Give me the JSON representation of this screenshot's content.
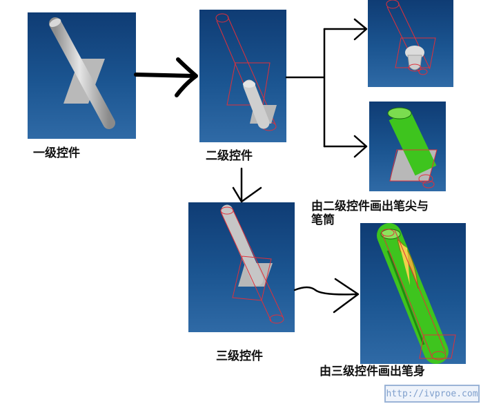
{
  "captions": {
    "level1": "一级控件",
    "level2": "二级控件",
    "level3": "三级控件",
    "tip_line1": "由二级控件画出笔尖与",
    "tip_line2": "笔筒",
    "body": "由三级控件画出笔身"
  },
  "watermark": "http://ivproe.com",
  "colors": {
    "panel_top": "#0f3c74",
    "panel_bottom": "#2f6aa6",
    "datum_red": "#e0303a",
    "rod_gray": "#b8b8b8",
    "pen_green": "#3ec41e"
  }
}
